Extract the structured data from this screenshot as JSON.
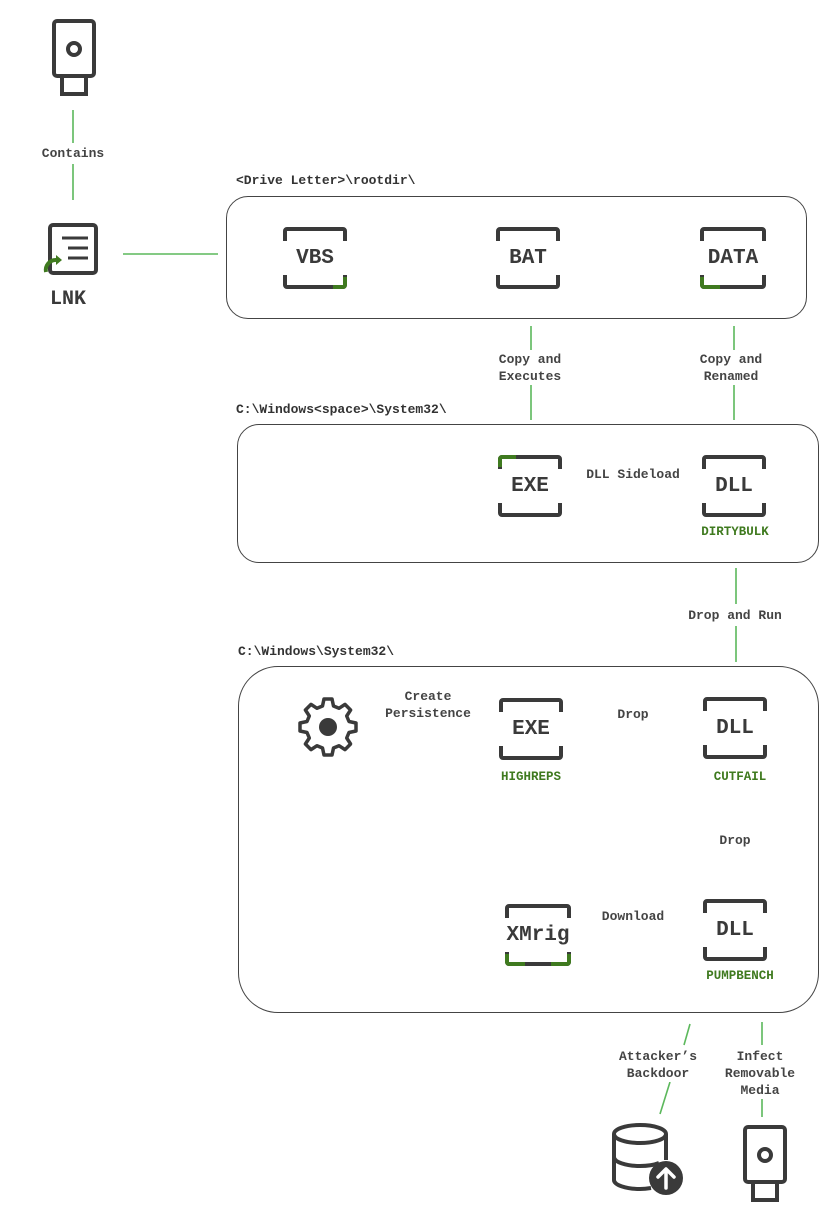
{
  "paths": {
    "rootdir": "<Drive Letter>\\rootdir\\",
    "system32_space": "C:\\Windows<space>\\System32\\",
    "system32": "C:\\Windows\\System32\\"
  },
  "nodes": {
    "lnk": "LNK",
    "vbs": "VBS",
    "bat": "BAT",
    "data": "DATA",
    "exe1": "EXE",
    "dll1": "DLL",
    "exe2": "EXE",
    "dll2": "DLL",
    "xmrig": "XMrig",
    "dll3": "DLL"
  },
  "names": {
    "dll1": "DIRTYBULK",
    "exe2": "HIGHREPS",
    "dll2": "CUTFAIL",
    "dll3": "PUMPBENCH"
  },
  "edges": {
    "contains": "Contains",
    "copy_exec_1": "Copy and",
    "copy_exec_2": "Executes",
    "copy_ren_1": "Copy and",
    "copy_ren_2": "Renamed",
    "sideload": "DLL Sideload",
    "drop_run": "Drop and Run",
    "persist_1": "Create",
    "persist_2": "Persistence",
    "drop1": "Drop",
    "drop2": "Drop",
    "download": "Download",
    "backdoor_1": "Attacker’s",
    "backdoor_2": "Backdoor",
    "infect_1": "Infect",
    "infect_2": "Removable",
    "infect_3": "Media"
  },
  "icons": [
    "usb-drive-icon",
    "shortcut-file-icon",
    "gear-icon",
    "database-upload-icon",
    "usb-drive-icon"
  ],
  "colors": {
    "line": "#5cb85c",
    "accent": "#3f7a1f",
    "stroke": "#3a3a3a"
  }
}
